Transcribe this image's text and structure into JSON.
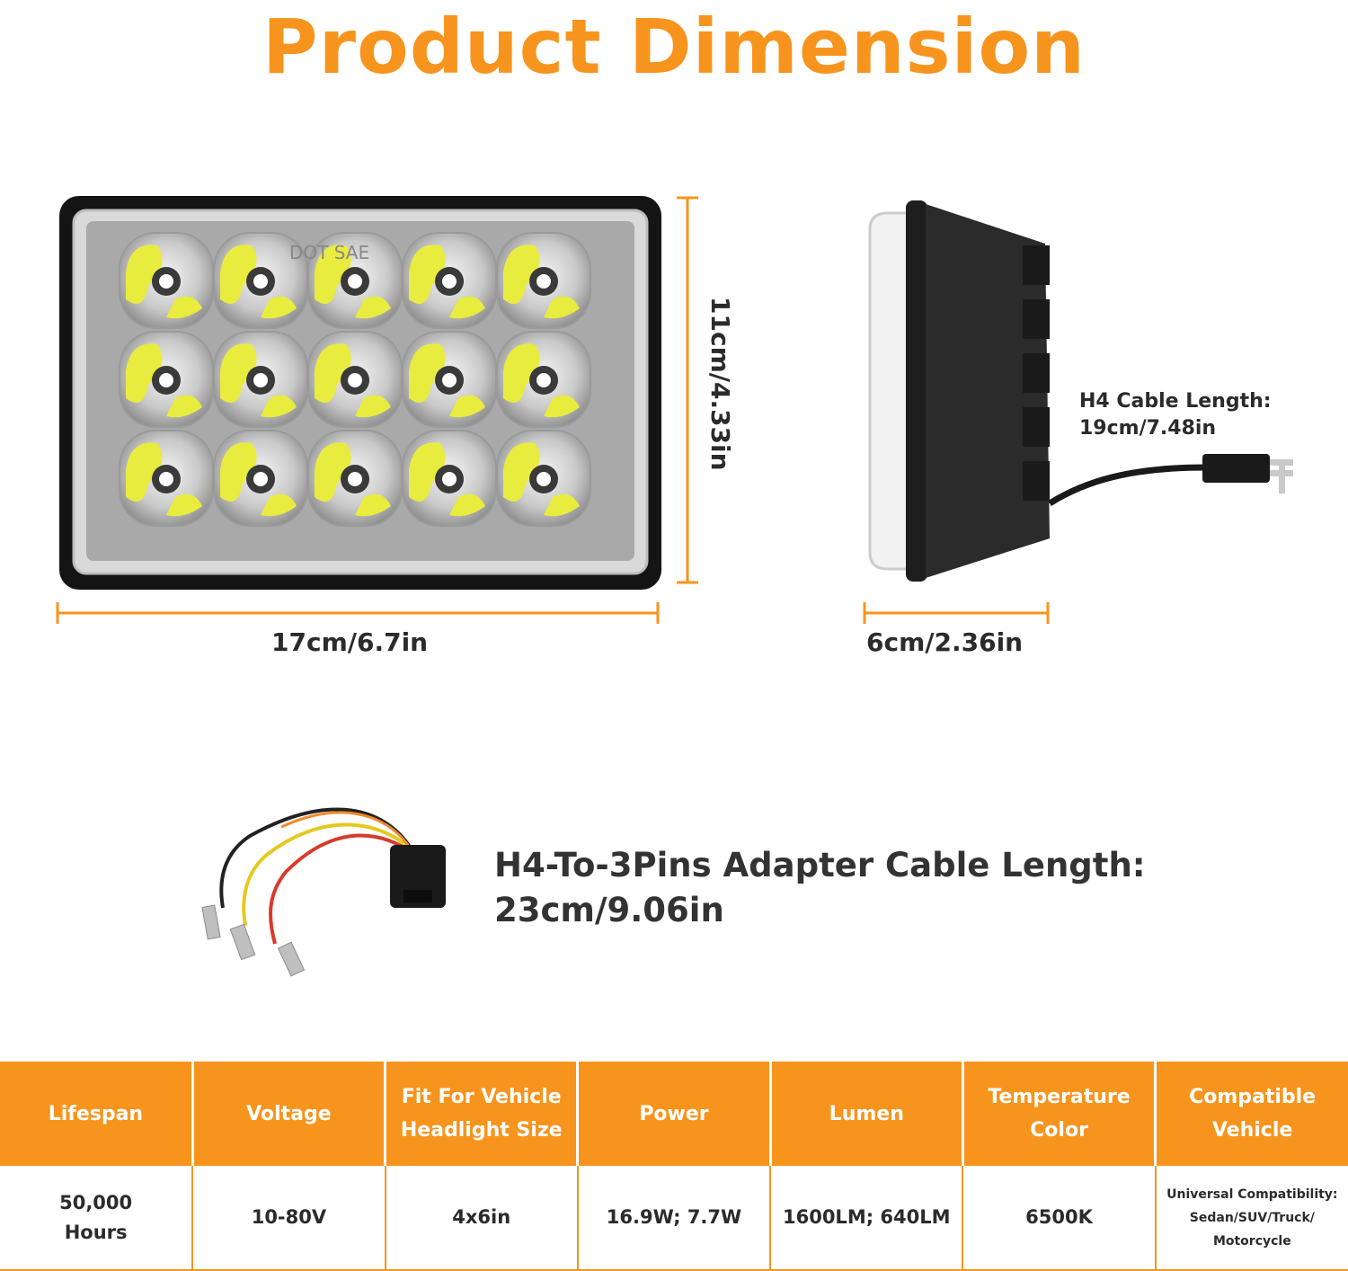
{
  "title": "Product Dimension",
  "dimensions": {
    "front_width": "17cm/6.7in",
    "front_height": "11cm/4.33in",
    "side_depth": "6cm/2.36in"
  },
  "cable": {
    "h4_label_line1": "H4 Cable Length:",
    "h4_label_line2": "19cm/7.48in"
  },
  "adapter": {
    "label_line1": "H4-To-3Pins Adapter Cable Length:",
    "label_line2": "23cm/9.06in"
  },
  "embossed_text": "DOT SAE",
  "specs": {
    "headers": [
      [
        "Lifespan"
      ],
      [
        "Voltage"
      ],
      [
        "Fit For Vehicle",
        "Headlight Size"
      ],
      [
        "Power"
      ],
      [
        "Lumen"
      ],
      [
        "Temperature",
        "Color"
      ],
      [
        "Compatible",
        "Vehicle"
      ]
    ],
    "values": [
      [
        "50,000",
        "Hours"
      ],
      [
        "10-80V"
      ],
      [
        "4x6in"
      ],
      [
        "16.9W; 7.7W"
      ],
      [
        "1600LM; 640LM"
      ],
      [
        "6500K"
      ],
      [
        "Universal Compatibility:",
        "Sedan/SUV/Truck/",
        "Motorcycle"
      ]
    ]
  },
  "colors": {
    "accent": "#f7941d",
    "text": "#2b2b2b",
    "led_yellow": "#e8ec3e",
    "housing": "#1c1c1c"
  }
}
